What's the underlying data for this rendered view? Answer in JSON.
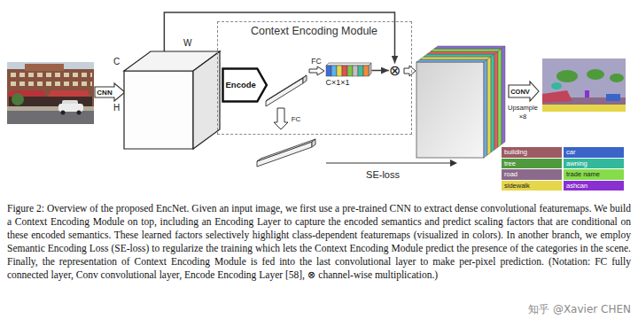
{
  "diagram": {
    "caption": "Figure 2: Overview of the proposed EncNet. Given an input image, we first use a pre-trained CNN to extract dense convolutional featuremaps. We build a Context Encoding Module on top, including an Encoding Layer to capture the encoded semantics and predict scaling factors that are conditional on these encoded semantics. These learned factors selectively highlight class-dependent featuremaps (visualized in colors). In another branch, we employ Semantic Encoding Loss (SE-loss) to regularize the training which lets the Context Encoding Module predict the presence of the categories in the scene. Finally, the representation of Context Encoding Module is fed into the last convolutional layer to make per-pixel prediction. (Notation: FC fully connected layer, Conv convolutional layer, Encode Encoding Layer [58], ⊗ channel-wise multiplication.)",
    "nodes": [
      {
        "text": [
          "W",
          "C",
          "H"
        ]
      },
      {
        "text": [
          "Context Encoding Module"
        ]
      },
      {
        "text": [
          "Encode"
        ],
        "in": 1
      },
      {
        "text": [
          "C×1×1"
        ],
        "in": 1
      },
      {
        "text": [
          "⊗"
        ],
        "in": 1
      }
    ],
    "edges": [
      {
        "from": 0,
        "to": 4,
        "arrow": "to"
      },
      {
        "from": 3,
        "to": 4,
        "arrow": "to"
      }
    ],
    "labels": [
      "CNN",
      "FC",
      "FC",
      "CONV",
      "Upsample",
      "×8",
      "SE-loss",
      "知乎 @Xavier CHEN"
    ],
    "legend": [
      {
        "text": "building",
        "color": "#9c5b63"
      },
      {
        "text": "car",
        "color": "#3a64c8"
      },
      {
        "text": "tree",
        "color": "#4f9a3c"
      },
      {
        "text": "awning",
        "color": "#34b89c"
      },
      {
        "text": "road",
        "color": "#8c6a8c"
      },
      {
        "text": "trade name",
        "color": "#86dc4a"
      },
      {
        "text": "sidewalk",
        "color": "#e6d64a"
      },
      {
        "text": "ashcan",
        "color": "#8a2fd0"
      }
    ]
  }
}
